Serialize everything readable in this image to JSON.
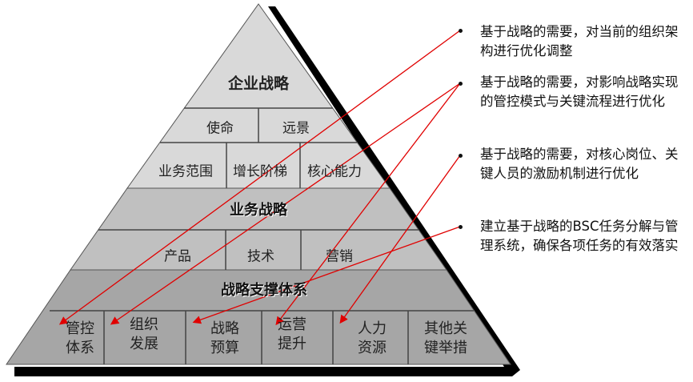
{
  "pyramid": {
    "top": {
      "title": "企业战略",
      "row1": [
        "使命",
        "远景"
      ],
      "row2": [
        "业务范围",
        "增长阶梯",
        "核心能力"
      ]
    },
    "middle": {
      "title": "业务战略",
      "row": [
        "产品",
        "技术",
        "营销"
      ]
    },
    "bottom": {
      "title": "战略支撑体系",
      "cells": [
        "管控体系",
        "组织发展",
        "战略预算",
        "运营提升",
        "人力资源",
        "其他关键举措"
      ]
    }
  },
  "bullets": [
    "基于战略的需要，对当前的组织架构进行优化调整",
    "基于战略的需要，对影响战略实现的管控模式与关键流程进行优化",
    "基于战略的需要，对核心岗位、关键人员的激励机制进行优化",
    "建立基于战略的BSC任务分解与管理系统，确保各项任务的有效落实"
  ],
  "colors": {
    "arrow": "#e00000",
    "top_fill": "#d9d9d9",
    "mid_fill": "#c0c0c0",
    "bottom_fill": "#a6a6a6"
  }
}
